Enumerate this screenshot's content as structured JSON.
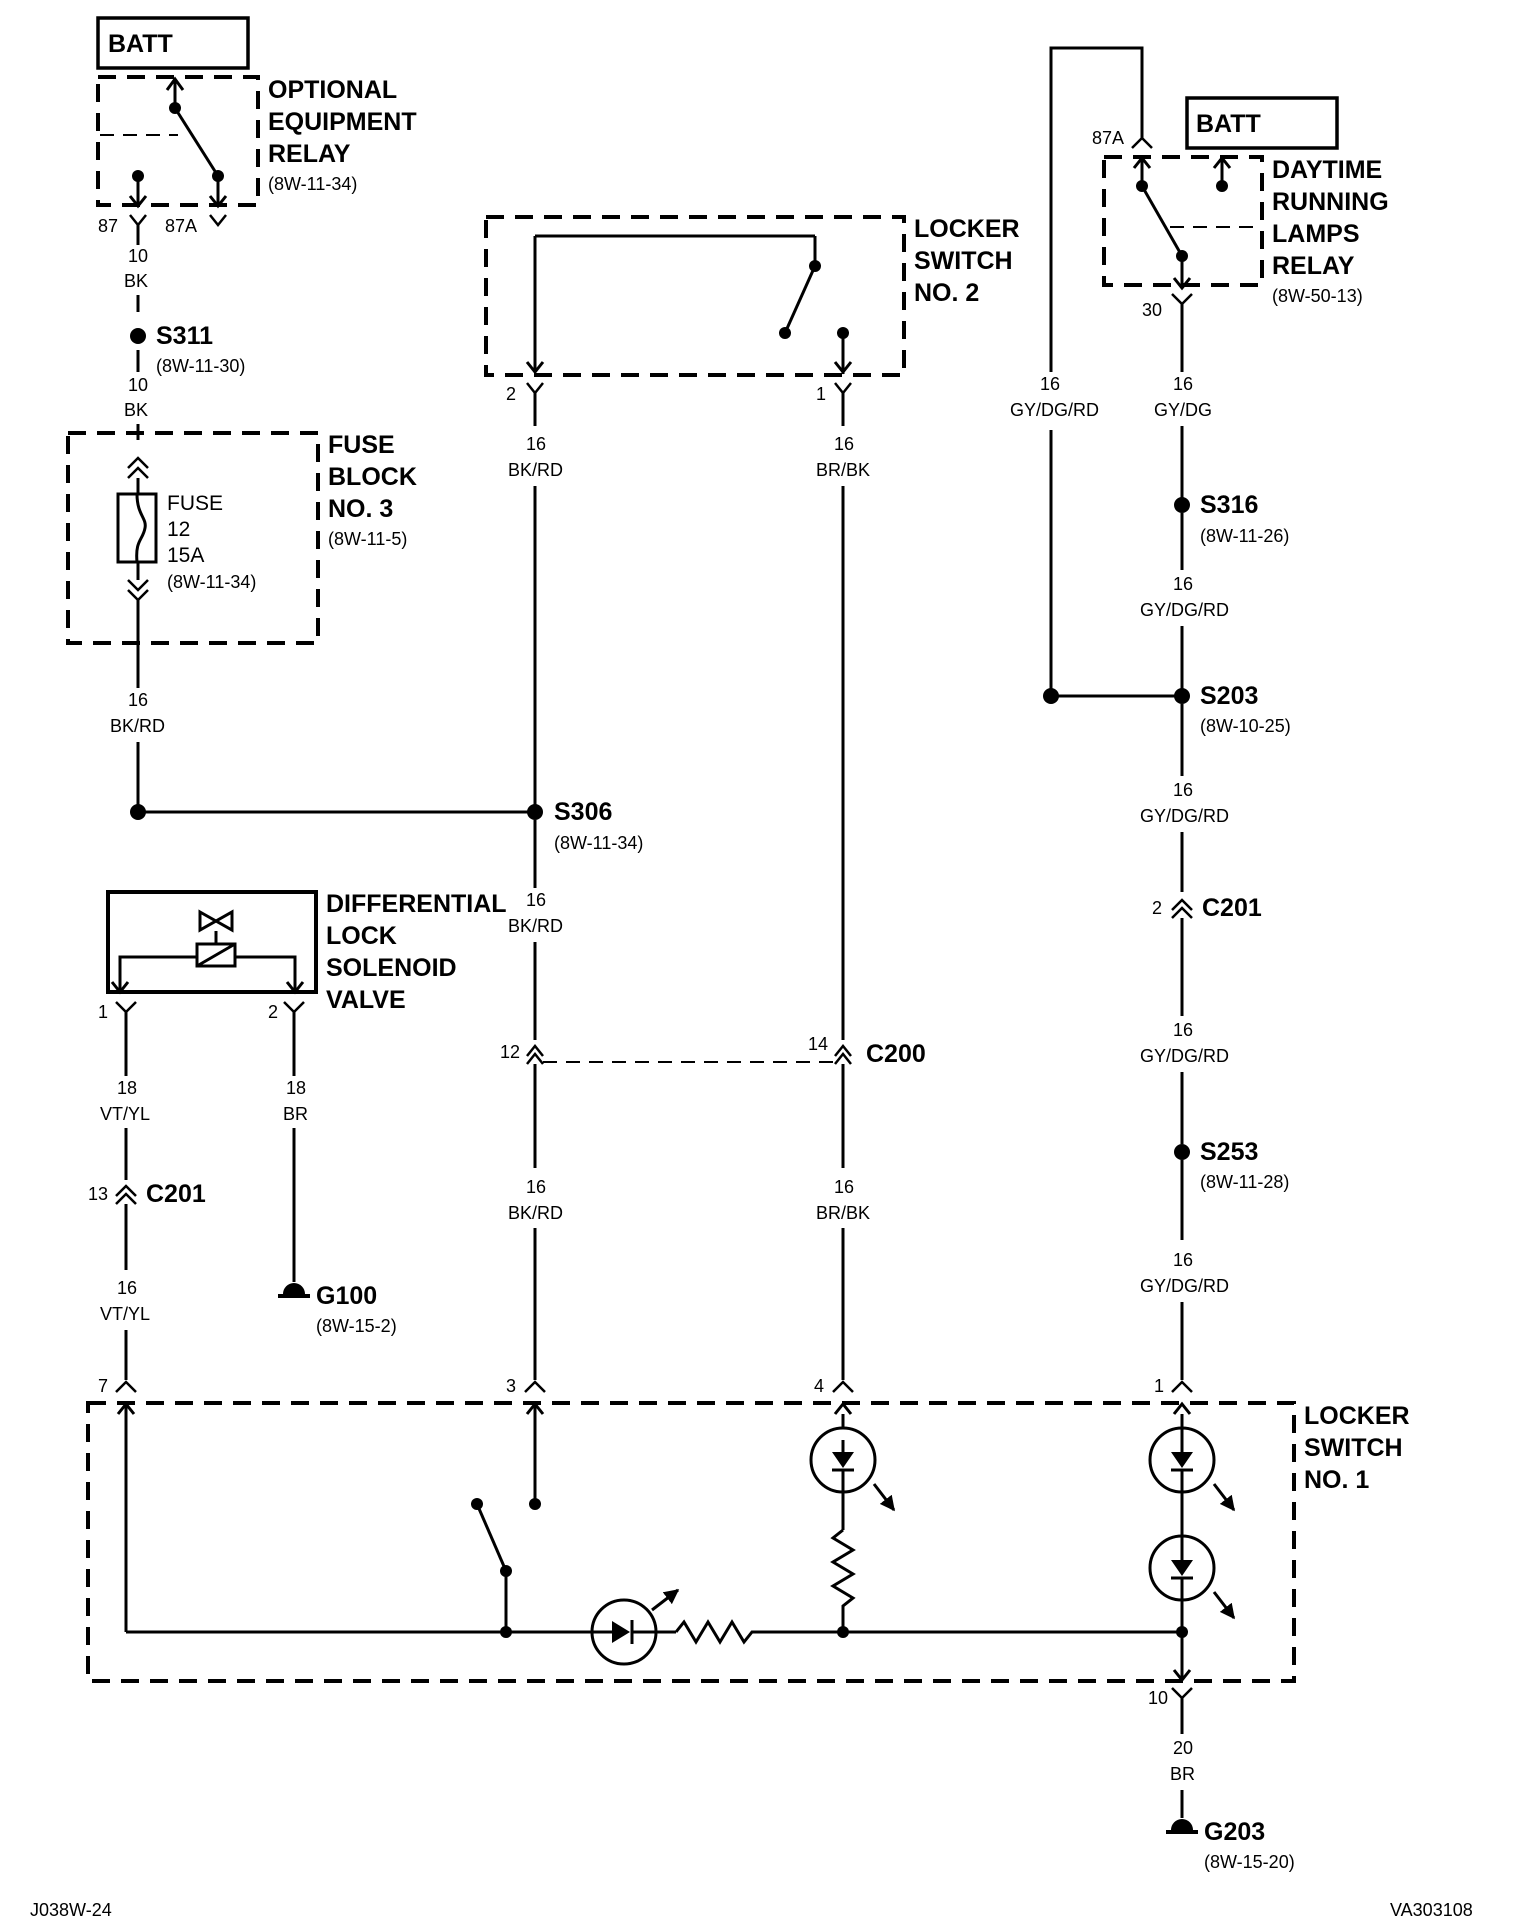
{
  "batt_left": "BATT",
  "batt_right": "BATT",
  "optional_relay": {
    "title": [
      "OPTIONAL",
      "EQUIPMENT",
      "RELAY"
    ],
    "ref": "(8W-11-34)",
    "pin87": "87",
    "pin87a": "87A"
  },
  "w_relay_s311": {
    "gauge": "10",
    "color": "BK"
  },
  "s311": {
    "name": "S311",
    "ref": "(8W-11-30)"
  },
  "w_s311_fuse": {
    "gauge": "10",
    "color": "BK"
  },
  "fuse_block": {
    "title": [
      "FUSE",
      "BLOCK",
      "NO. 3"
    ],
    "ref": "(8W-11-5)",
    "fuse": [
      "FUSE",
      "12",
      "15A",
      "(8W-11-34)"
    ]
  },
  "w_fuse_s306": {
    "gauge": "16",
    "color": "BK/RD"
  },
  "locker2": {
    "title": [
      "LOCKER",
      "SWITCH",
      "NO. 2"
    ],
    "pin2": "2",
    "pin1": "1"
  },
  "w_l2p2": {
    "gauge": "16",
    "color": "BK/RD"
  },
  "w_l2p1": {
    "gauge": "16",
    "color": "BR/BK"
  },
  "s306": {
    "name": "S306",
    "ref": "(8W-11-34)"
  },
  "w_s306_c200": {
    "gauge": "16",
    "color": "BK/RD"
  },
  "c200": {
    "name": "C200",
    "pin12": "12",
    "pin14": "14"
  },
  "w_c200_ls1_3": {
    "gauge": "16",
    "color": "BK/RD"
  },
  "w_c200_ls1_4": {
    "gauge": "16",
    "color": "BR/BK"
  },
  "diff_solenoid": {
    "title": [
      "DIFFERENTIAL",
      "LOCK",
      "SOLENOID",
      "VALVE"
    ],
    "pin1": "1",
    "pin2": "2"
  },
  "w_sol1": {
    "gauge": "18",
    "color": "VT/YL"
  },
  "w_sol2": {
    "gauge": "18",
    "color": "BR"
  },
  "c201_left": {
    "name": "C201",
    "pin": "13"
  },
  "w_c201_ls1": {
    "gauge": "16",
    "color": "VT/YL"
  },
  "g100": {
    "name": "G100",
    "ref": "(8W-15-2)"
  },
  "drl_relay": {
    "title": [
      "DAYTIME",
      "RUNNING",
      "LAMPS",
      "RELAY"
    ],
    "ref": "(8W-50-13)",
    "pin87a": "87A",
    "pin30": "30"
  },
  "w_drl87a": {
    "gauge": "16",
    "color": "GY/DG/RD"
  },
  "w_drl30": {
    "gauge": "16",
    "color": "GY/DG"
  },
  "s316": {
    "name": "S316",
    "ref": "(8W-11-26)"
  },
  "w_s316_s203": {
    "gauge": "16",
    "color": "GY/DG/RD"
  },
  "s203": {
    "name": "S203",
    "ref": "(8W-10-25)"
  },
  "w_s203_c201": {
    "gauge": "16",
    "color": "GY/DG/RD"
  },
  "c201_right": {
    "name": "C201",
    "pin": "2"
  },
  "w_c201_s253": {
    "gauge": "16",
    "color": "GY/DG/RD"
  },
  "s253": {
    "name": "S253",
    "ref": "(8W-11-28)"
  },
  "w_s253_ls1": {
    "gauge": "16",
    "color": "GY/DG/RD"
  },
  "locker1": {
    "title": [
      "LOCKER",
      "SWITCH",
      "NO. 1"
    ],
    "pin7": "7",
    "pin3": "3",
    "pin4": "4",
    "pin1": "1",
    "pin10": "10"
  },
  "w_ls1_g203": {
    "gauge": "20",
    "color": "BR"
  },
  "g203": {
    "name": "G203",
    "ref": "(8W-15-20)"
  },
  "footer_left": "J038W-24",
  "footer_right": "VA303108"
}
